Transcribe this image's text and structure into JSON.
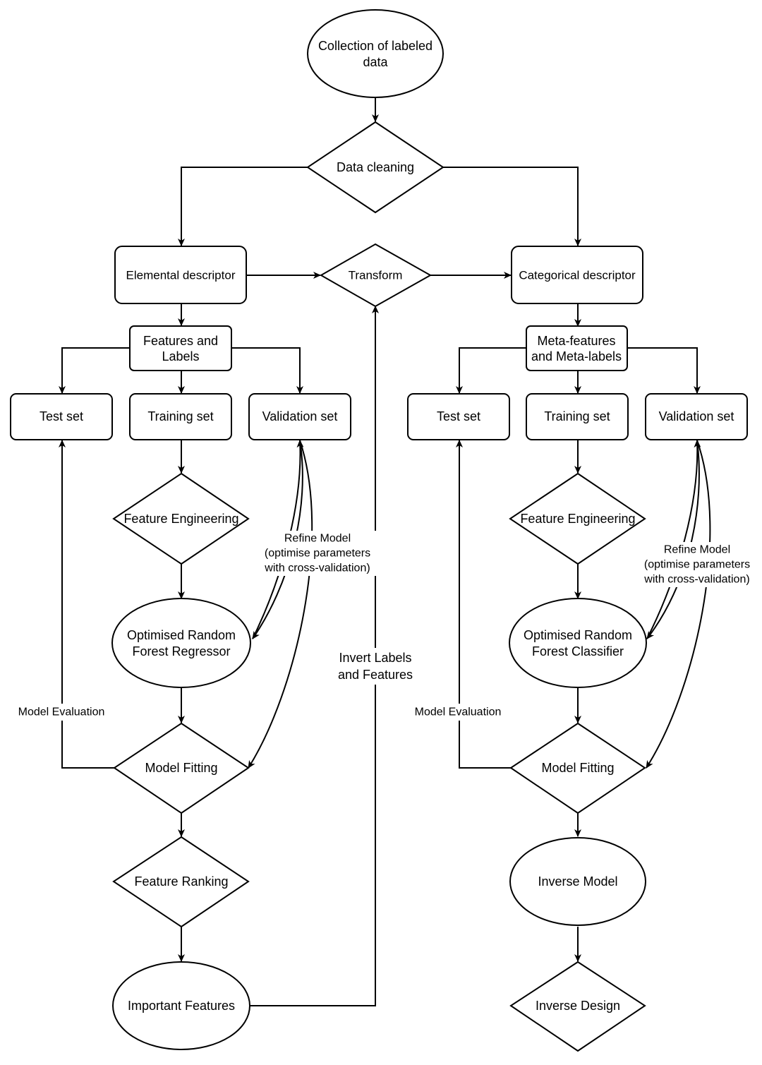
{
  "nodes": {
    "collection": [
      "Collection of labeled",
      "data"
    ],
    "data_cleaning": "Data cleaning",
    "elemental": "Elemental descriptor",
    "transform": "Transform",
    "categorical": "Categorical descriptor",
    "features_labels": [
      "Features and",
      "Labels"
    ],
    "meta_features": [
      "Meta-features",
      "and Meta-labels"
    ],
    "left_test": "Test set",
    "left_training": "Training set",
    "left_validation": "Validation set",
    "right_test": "Test set",
    "right_training": "Training set",
    "right_validation": "Validation set",
    "left_feature_eng": "Feature Engineering",
    "right_feature_eng": "Feature Engineering",
    "regressor": [
      "Optimised Random",
      "Forest Regressor"
    ],
    "classifier": [
      "Optimised Random",
      "Forest Classifier"
    ],
    "left_model_fitting": "Model Fitting",
    "right_model_fitting": "Model Fitting",
    "feature_ranking": "Feature Ranking",
    "important_features": "Important Features",
    "inverse_model": "Inverse Model",
    "inverse_design": "Inverse Design"
  },
  "edge_labels": {
    "left_refine": [
      "Refine Model",
      "(optimise parameters",
      "with cross-validation)"
    ],
    "right_refine": [
      "Refine Model",
      "(optimise parameters",
      "with cross-validation)"
    ],
    "left_evaluation": "Model Evaluation",
    "right_evaluation": "Model Evaluation",
    "invert": [
      "Invert Labels",
      "and Features"
    ]
  }
}
